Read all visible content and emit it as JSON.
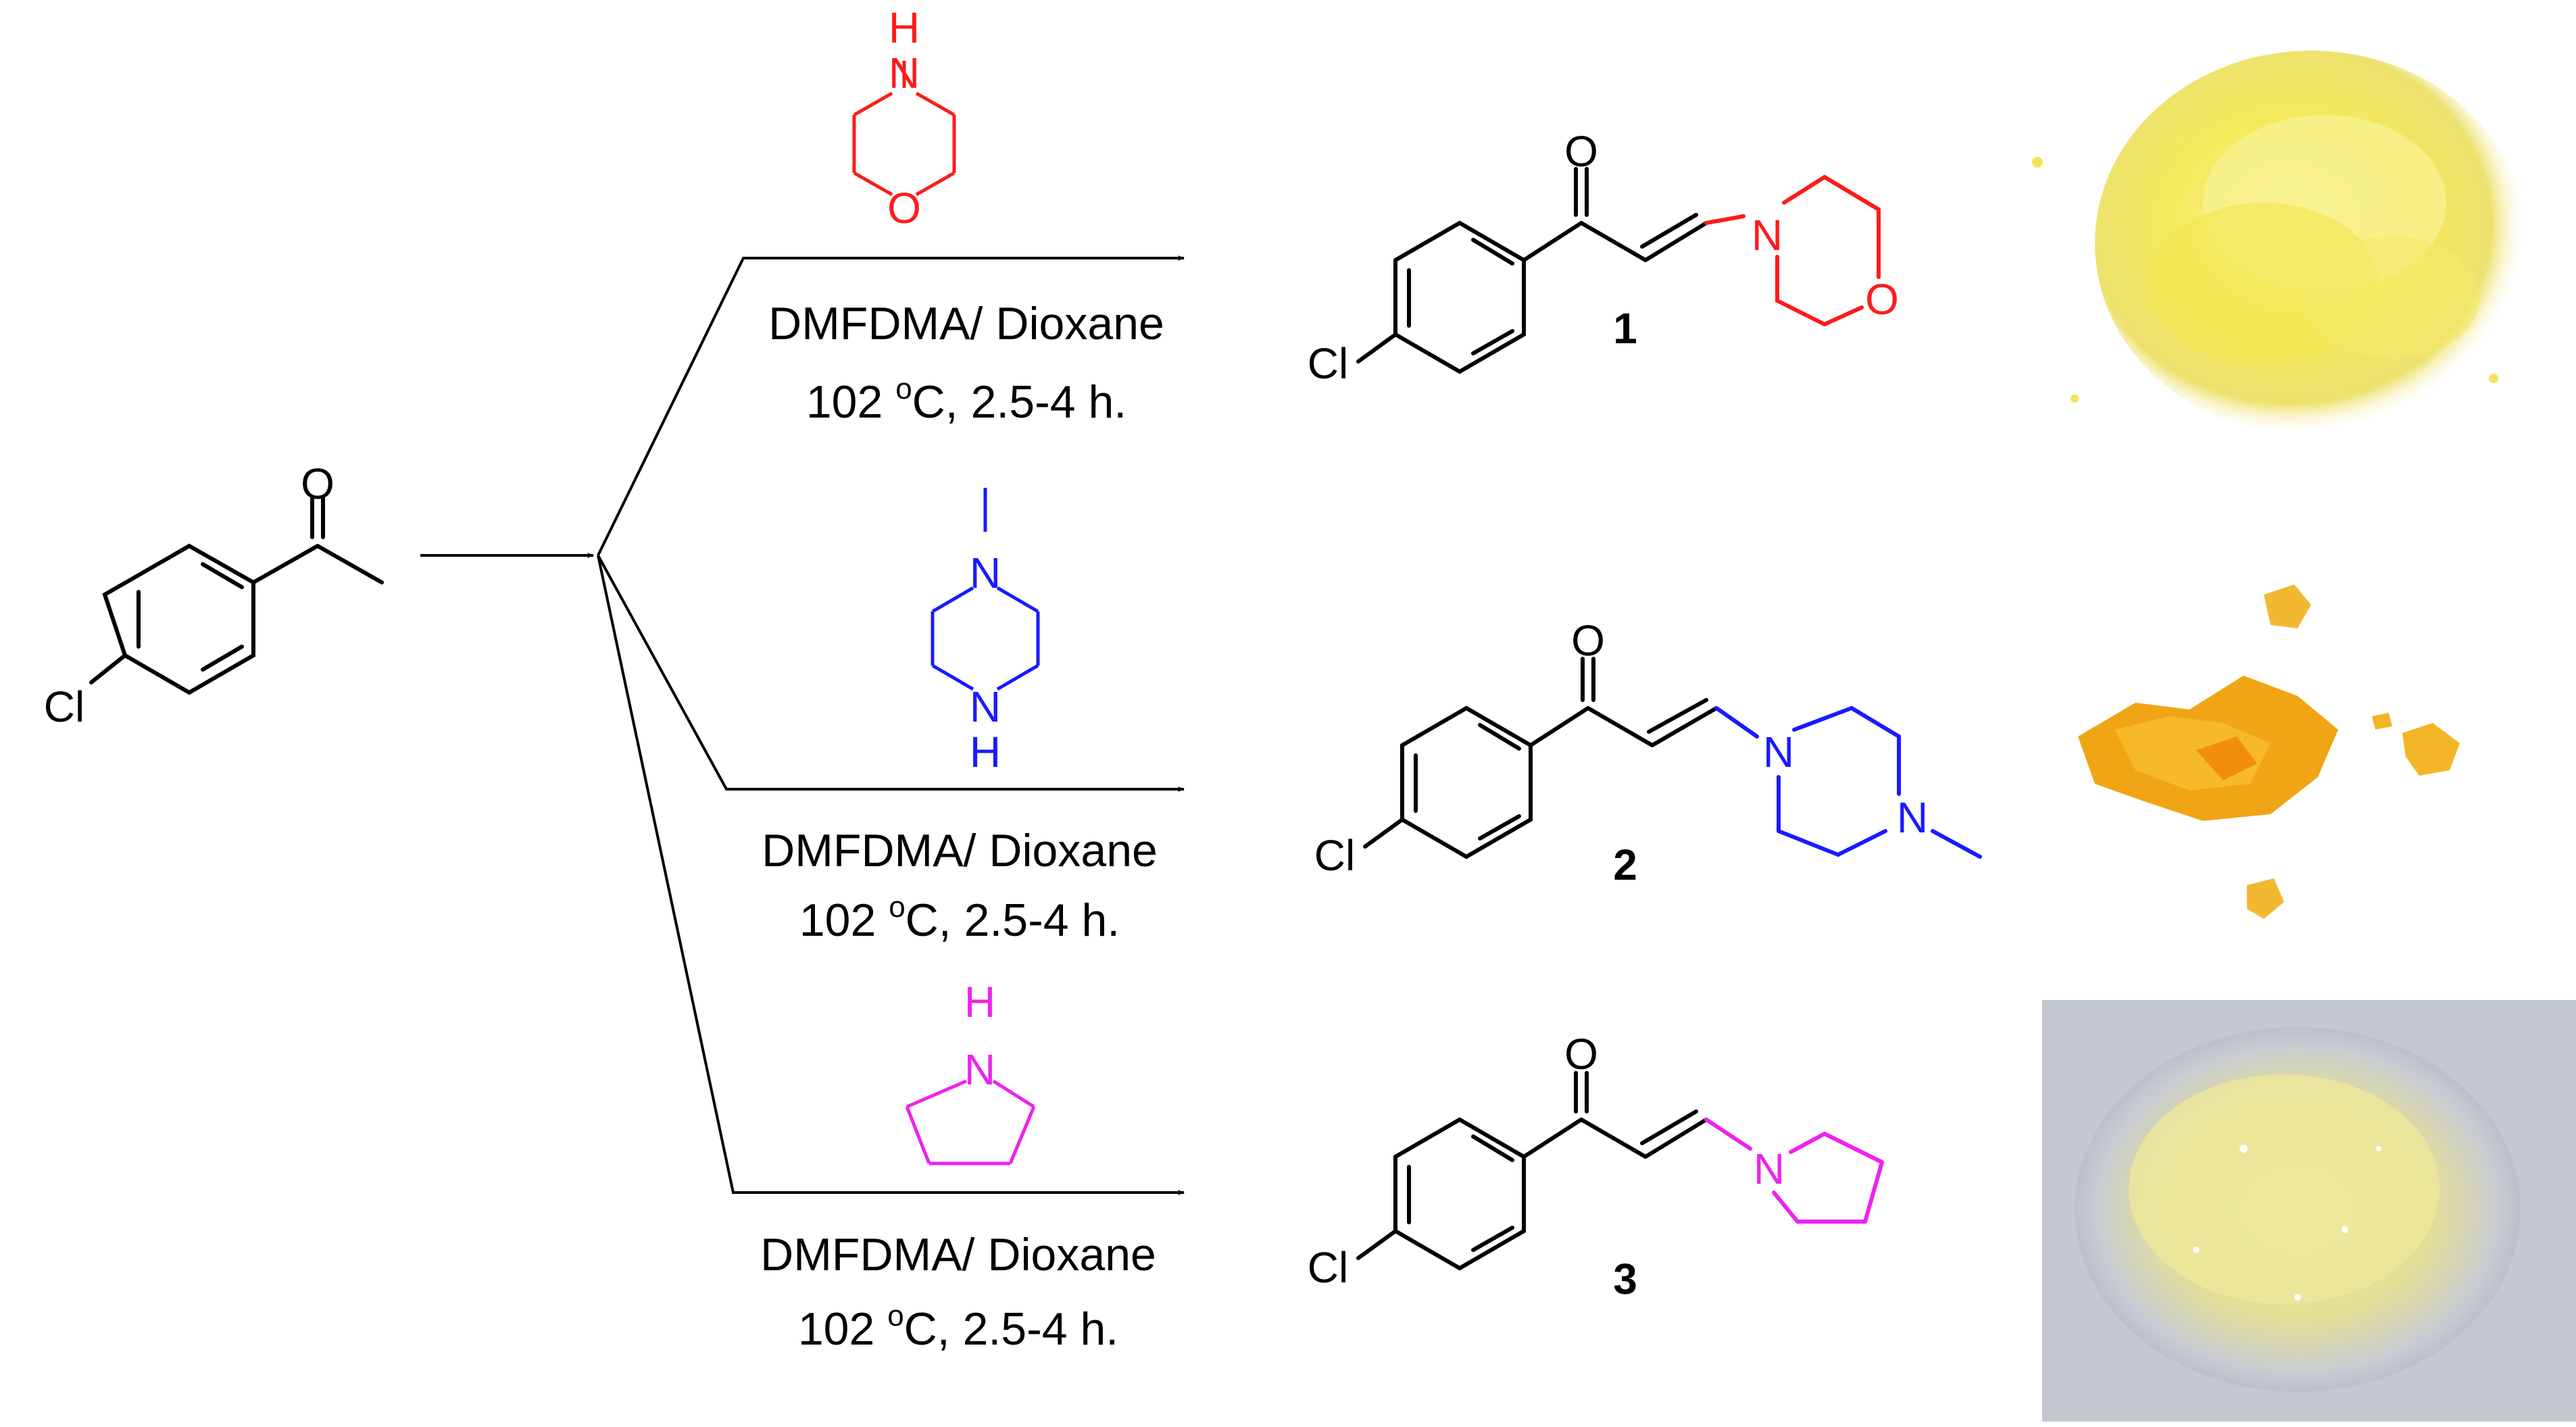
{
  "starting_material": {
    "atom_cl": "Cl",
    "atom_o": "O"
  },
  "colors": {
    "morpholine": "#ff1a1a",
    "methylpiperazine": "#1a1aff",
    "pyrrolidine": "#ee22ee",
    "bonds": "#000000"
  },
  "reactions": [
    {
      "reagent": "morpholine",
      "reagent_atoms": {
        "nh_h": "H",
        "nh_n": "N",
        "o": "O"
      },
      "conditions_line1": "DMFDMA/ Dioxane",
      "conditions_line2_a": "102 ",
      "conditions_line2_sup": "o",
      "conditions_line2_b": "C, 2.5-4 h.",
      "product_number": "1",
      "product_atoms": {
        "cl": "Cl",
        "o_ketone": "O",
        "n": "N",
        "o_ring": "O"
      },
      "photo": "yellow-powder"
    },
    {
      "reagent": "1-methylpiperazine",
      "reagent_atoms": {
        "n_top": "N",
        "n_bottom": "N",
        "h": "H"
      },
      "conditions_line1": "DMFDMA/ Dioxane",
      "conditions_line2_a": "102 ",
      "conditions_line2_sup": "o",
      "conditions_line2_b": "C, 2.5-4 h.",
      "product_number": "2",
      "product_atoms": {
        "cl": "Cl",
        "o_ketone": "O",
        "n1": "N",
        "n4": "N"
      },
      "photo": "orange-flakes"
    },
    {
      "reagent": "pyrrolidine",
      "reagent_atoms": {
        "h": "H",
        "n": "N"
      },
      "conditions_line1": "DMFDMA/ Dioxane",
      "conditions_line2_a": "102 ",
      "conditions_line2_sup": "o",
      "conditions_line2_b": "C, 2.5-4 h.",
      "product_number": "3",
      "product_atoms": {
        "cl": "Cl",
        "o_ketone": "O",
        "n": "N"
      },
      "photo": "pale-yellow-crystals"
    }
  ]
}
